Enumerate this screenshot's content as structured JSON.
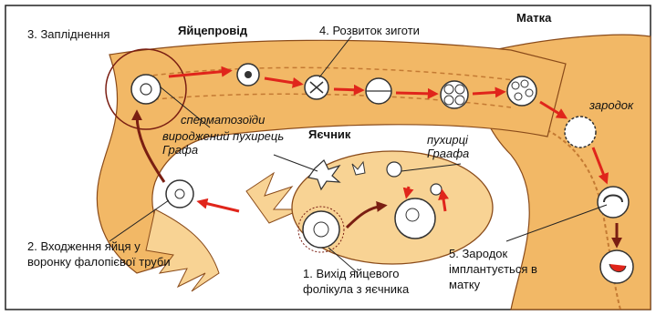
{
  "labels": {
    "fertilization": "3. Запліднення",
    "oviduct": "Яйцепровід",
    "zygote_development": "4. Розвиток зиготи",
    "uterus": "Матка",
    "sperm": "сперматозоїди",
    "empty_follicle": "вироджений пухирець Графа",
    "ovary": "Яєчник",
    "graafian_follicles": "пухирці Граафа",
    "embryo": "зародок",
    "egg_entry": "2. Входження яйця у воронку фалопієвої труби",
    "ovulation": "1. Вихід яйцевого фолікула з яєчника",
    "implantation": "5. Зародок імплантується в матку"
  },
  "colors": {
    "tissue": "#f2b866",
    "tissue_light": "#f8d394",
    "outline": "#8a4b1a",
    "arrow": "#e0251b",
    "dark_arrow": "#7a1e12",
    "cell": "#ffffff"
  }
}
